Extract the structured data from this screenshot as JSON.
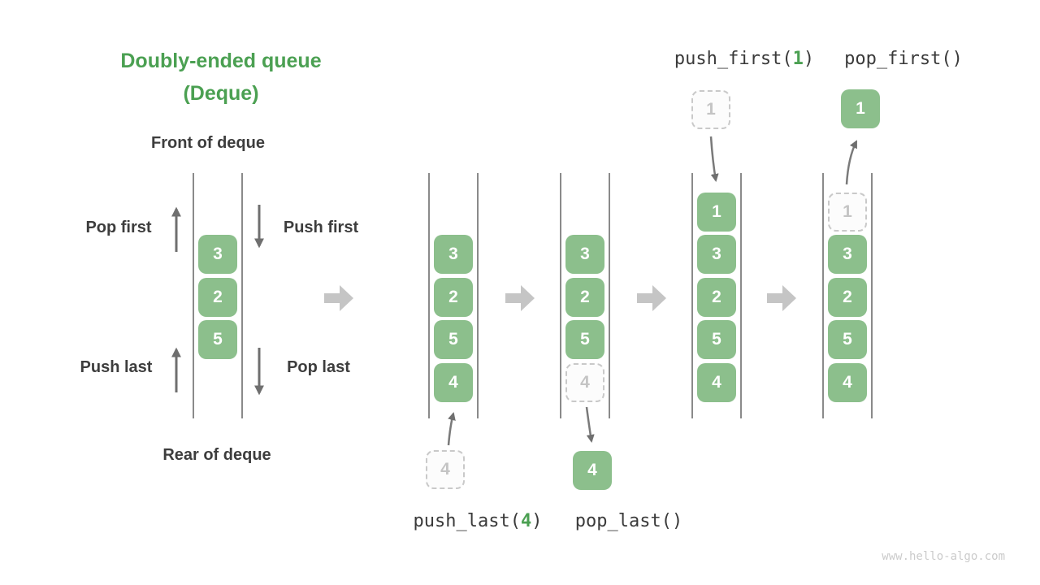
{
  "figure": {
    "title_line1": "Doubly-ended queue",
    "title_line2": "(Deque)",
    "front_label": "Front of deque",
    "rear_label": "Rear of deque",
    "pop_first_label": "Pop first",
    "push_first_label": "Push first",
    "push_last_label": "Push last",
    "pop_last_label": "Pop last"
  },
  "operations": {
    "push_last": {
      "prefix": "push_last(",
      "arg": "4",
      "suffix": ")"
    },
    "pop_last": {
      "label": "pop_last()"
    },
    "push_first": {
      "prefix": "push_first(",
      "arg": "1",
      "suffix": ")"
    },
    "pop_first": {
      "label": "pop_first()"
    }
  },
  "queues": {
    "demo": [
      "3",
      "2",
      "5"
    ],
    "after_push_last": [
      "3",
      "2",
      "5",
      "4"
    ],
    "after_pop_last": [
      "3",
      "2",
      "5",
      "4"
    ],
    "after_push_first": [
      "1",
      "3",
      "2",
      "5",
      "4"
    ],
    "after_pop_first": [
      "1",
      "3",
      "2",
      "5",
      "4"
    ]
  },
  "floating": {
    "push_last_in": "4",
    "pop_last_out": "4",
    "push_first_in": "1",
    "pop_first_out": "1"
  },
  "watermark": "www.hello-algo.com",
  "colors": {
    "accent_green": "#4BA052",
    "box_green": "#8CBF8C",
    "ghost_gray": "#C9C9C9",
    "arrow_gray": "#6F6F6F",
    "big_arrow_gray": "#C5C5C5",
    "text_dark": "#3D3D3D"
  }
}
